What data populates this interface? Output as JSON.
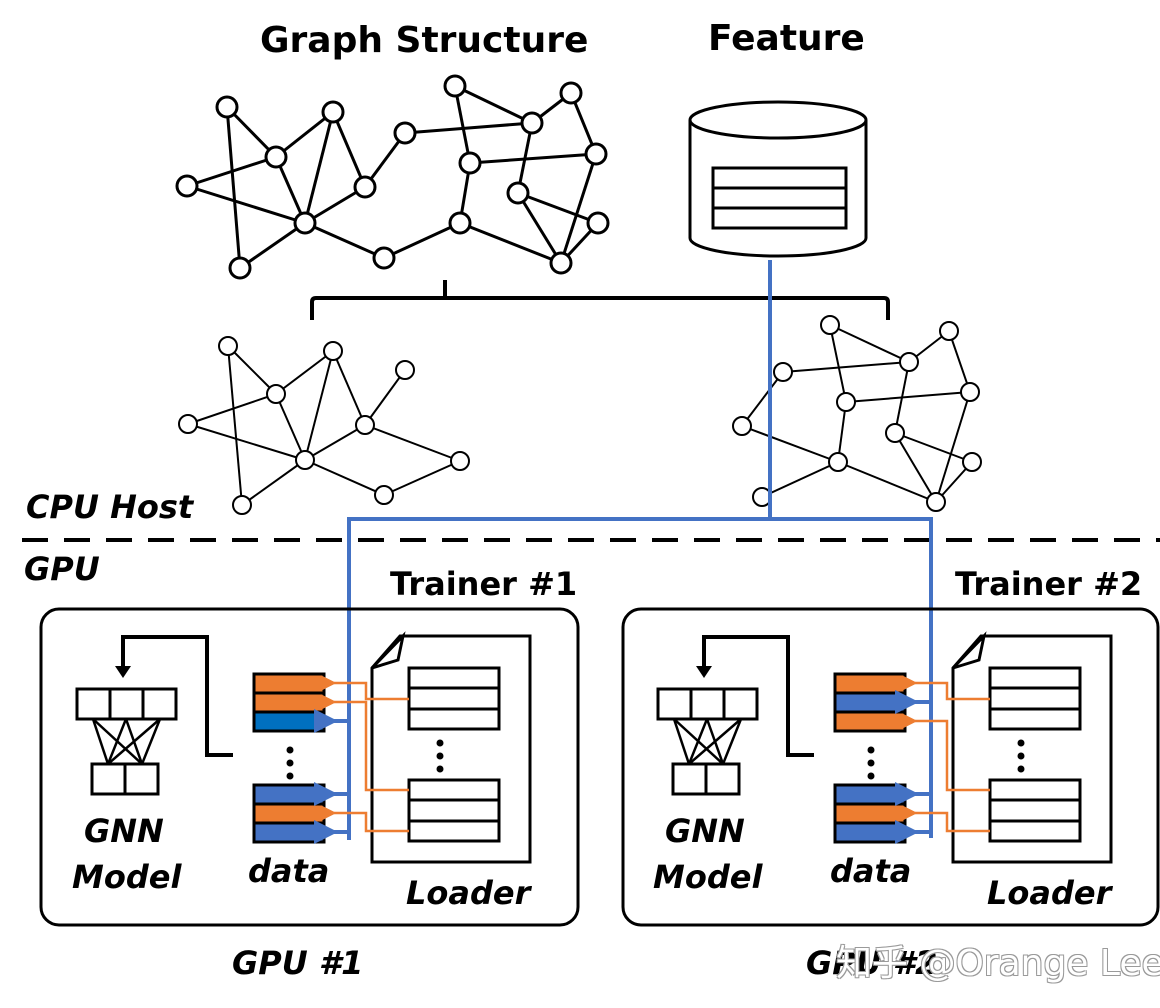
{
  "labels": {
    "graph_structure": "Graph Structure",
    "feature": "Feature",
    "cpu_host": "CPU Host",
    "gpu": "GPU",
    "trainer1": "Trainer #1",
    "trainer2": "Trainer #2",
    "gnn": "GNN",
    "model": "Model",
    "data": "data",
    "loader": "Loader",
    "gpu1": "GPU #1",
    "gpu2": "GPU #2",
    "watermark": "知乎 @Orange Lee"
  },
  "colors": {
    "feature_line": "#4472C4",
    "structure_line": "#ED7D31",
    "block_blue": "#4472C4",
    "block_blue_dark": "#0070C0",
    "block_orange": "#ED7D31",
    "ink": "#000000"
  },
  "trainers": [
    {
      "name": "Trainer #1",
      "gpu": "GPU #1",
      "data_blocks_top": [
        "orange",
        "orange",
        "blue-dark"
      ],
      "data_blocks_bottom": [
        "blue",
        "orange",
        "blue"
      ]
    },
    {
      "name": "Trainer #2",
      "gpu": "GPU #2",
      "data_blocks_top": [
        "orange",
        "blue",
        "orange"
      ],
      "data_blocks_bottom": [
        "blue",
        "orange",
        "blue"
      ]
    }
  ],
  "icons": [
    "graph-icon",
    "database-icon",
    "document-icon",
    "neural-network-icon",
    "ellipsis-icon"
  ]
}
